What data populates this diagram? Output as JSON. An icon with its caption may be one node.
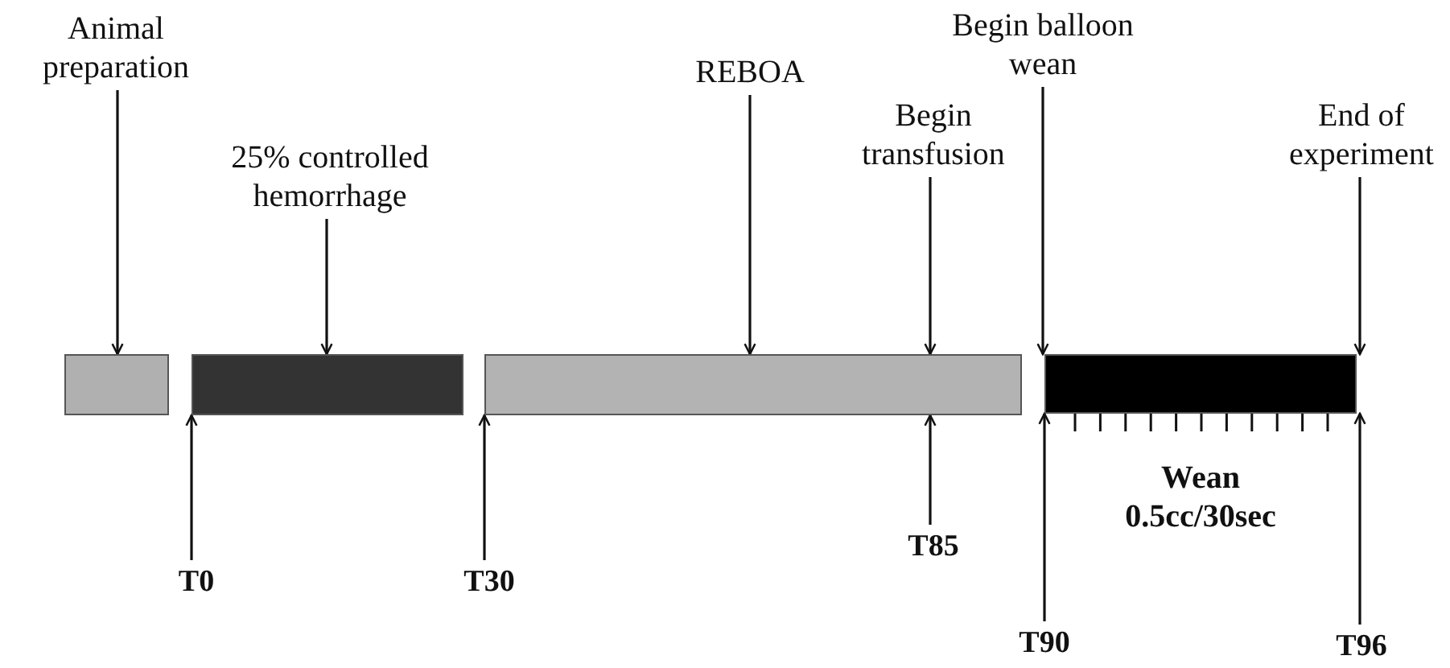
{
  "diagram": {
    "nodes": [
      {
        "text": [
          "Animal preparation"
        ]
      },
      {
        "text": [
          "25% controlled hemorrhage"
        ]
      },
      {
        "text": [
          "REBOA"
        ]
      },
      {
        "text": [
          "Begin transfusion"
        ]
      },
      {
        "text": [
          "Begin balloon wean"
        ]
      },
      {
        "text": [
          "End of experiment"
        ]
      },
      {
        "text": [],
        "shape": "bar"
      },
      {
        "text": [],
        "shape": "bar"
      },
      {
        "text": [],
        "shape": "bar"
      },
      {
        "text": [],
        "shape": "bar",
        "beside": [
          "Wean 0.5cc/30sec"
        ]
      },
      {
        "text": [
          "T0"
        ]
      },
      {
        "text": [
          "T30"
        ]
      },
      {
        "text": [
          "T85"
        ]
      },
      {
        "text": [
          "T90"
        ]
      },
      {
        "text": [
          "T96"
        ]
      }
    ],
    "edges": [
      {
        "from": 0,
        "to": 6,
        "arrow": "to"
      },
      {
        "from": 1,
        "to": 7,
        "arrow": "to"
      },
      {
        "from": 2,
        "to": 8,
        "arrow": "to"
      },
      {
        "from": 3,
        "to": 8,
        "arrow": "to"
      },
      {
        "from": 4,
        "to": 9,
        "arrow": "to"
      },
      {
        "from": 5,
        "to": 9,
        "arrow": "to"
      },
      {
        "from": 10,
        "to": 7,
        "arrow": "to"
      },
      {
        "from": 11,
        "to": 8,
        "arrow": "to"
      },
      {
        "from": 12,
        "to": 8,
        "arrow": "to"
      },
      {
        "from": 13,
        "to": 9,
        "arrow": "to"
      },
      {
        "from": 14,
        "to": 9,
        "arrow": "to"
      }
    ]
  }
}
